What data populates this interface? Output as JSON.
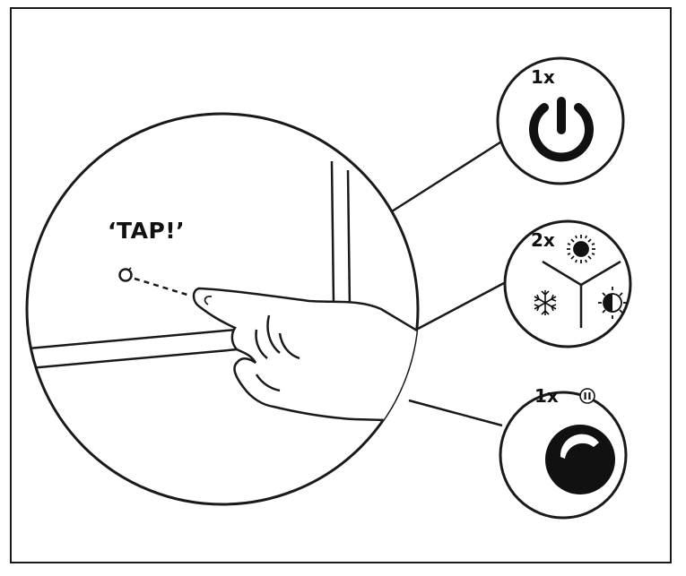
{
  "instruction": "‘TAP!’",
  "steps": [
    {
      "count": "1x",
      "icon": "power-icon"
    },
    {
      "count": "2x",
      "icons": [
        "sun-icon",
        "snowflake-icon",
        "half-sun-icon"
      ]
    },
    {
      "count": "1x",
      "badge_icon": "pause-icon",
      "icon": "dimmer-icon"
    }
  ],
  "colors": {
    "line": "#1a1a1a",
    "background": "#ffffff"
  }
}
